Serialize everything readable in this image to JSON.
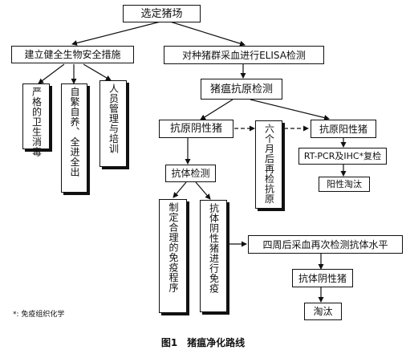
{
  "nodes": {
    "select_farm": "选定猪场",
    "biosecurity": "建立健全生物安全措施",
    "elisa": "对种猪群采血进行ELISA检测",
    "hygiene": "严格的卫生消毒",
    "self_breeding": "自繁自养、全进全出",
    "staff": "人员管理与培训",
    "antigen_test": "猪瘟抗原检测",
    "antigen_negative": "抗原阴性猪",
    "six_months": "六个月后再检抗原",
    "antigen_positive": "抗原阳性猪",
    "rtpcr": "RT-PCR及IHC*复检",
    "positive_cull": "阳性淘汰",
    "antibody_test": "抗体检测",
    "immune_program": "制定合理的免疫程序",
    "antibody_negative_vaccinate": "抗体阴性猪进行免疫",
    "four_weeks": "四周后采血再次检测抗体水平",
    "antibody_negative": "抗体阴性猪",
    "cull": "淘汰"
  },
  "footnote": "*: 免疫组织化学",
  "caption": {
    "label": "图1",
    "text": "猪瘟净化路线"
  }
}
